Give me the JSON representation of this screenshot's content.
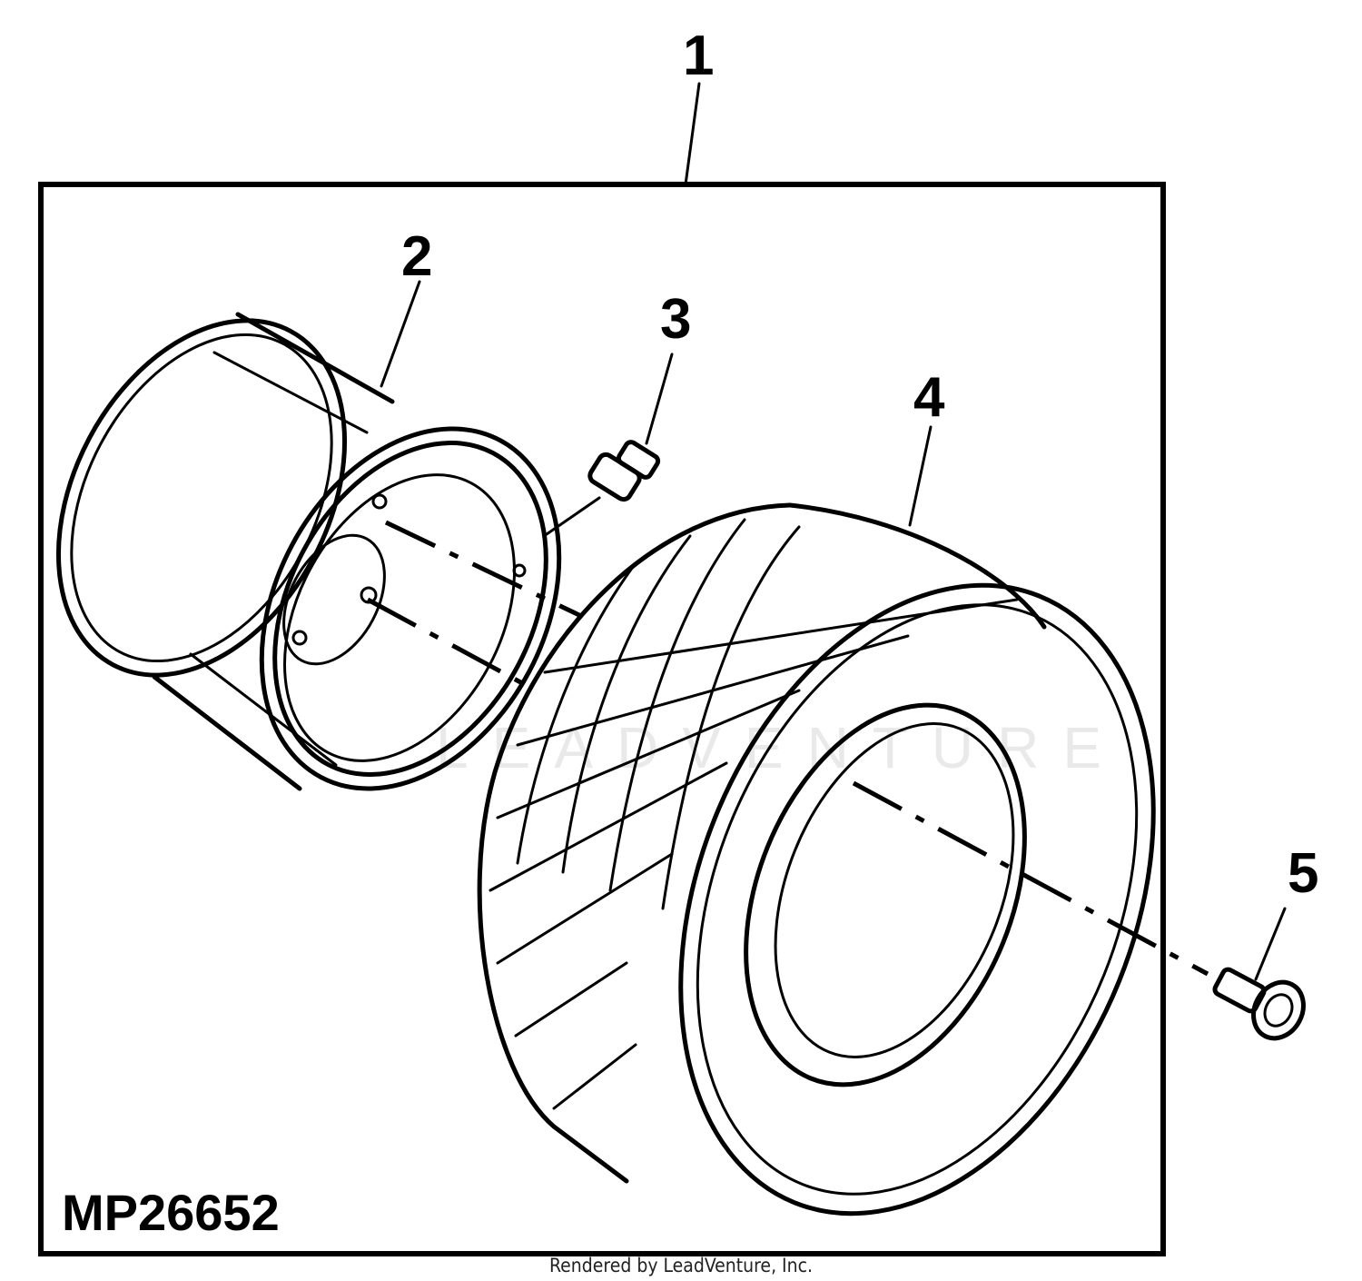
{
  "diagram": {
    "figure_number": "MP26652",
    "footer_text": "Rendered by LeadVenture, Inc.",
    "watermark": "LEADVENTURE",
    "callouts": [
      "1",
      "2",
      "3",
      "4",
      "5"
    ],
    "line_color": "#000000",
    "background_color": "#ffffff"
  }
}
